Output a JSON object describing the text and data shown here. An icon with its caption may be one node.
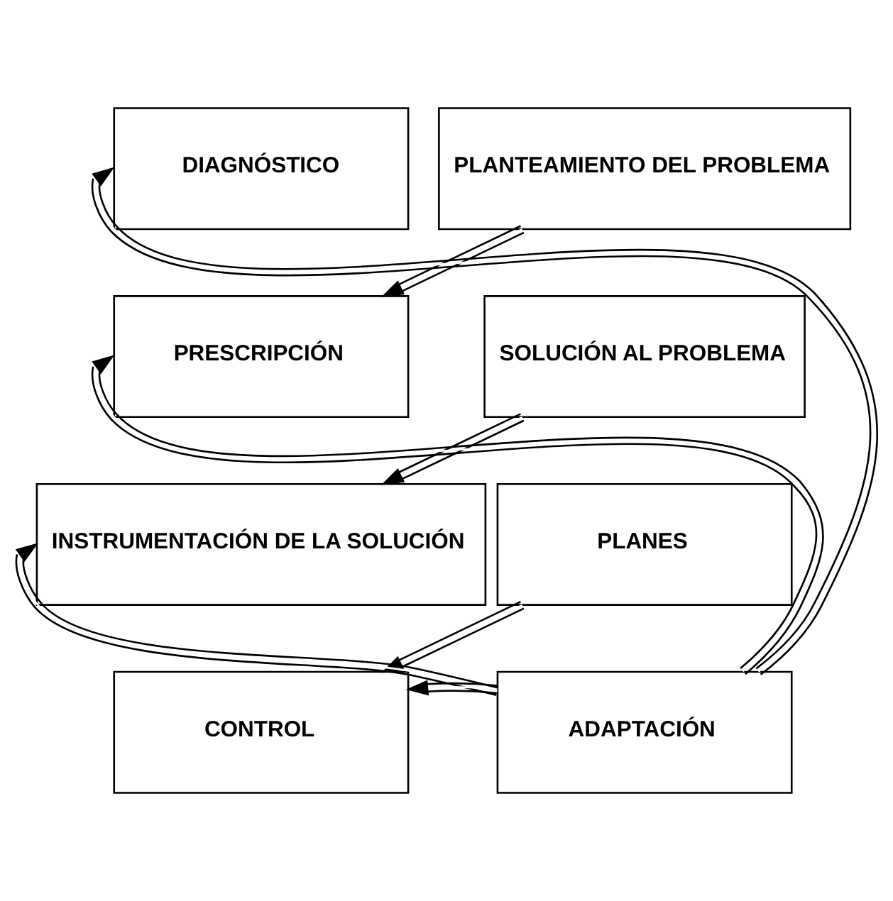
{
  "diagram": {
    "nodes": [
      {
        "text": [
          "DIAGNÓSTICO"
        ]
      },
      {
        "text": [
          "PLANTEAMIENTO DEL PROBLEMA"
        ]
      },
      {
        "text": [
          "PRESCRIPCIÓN"
        ]
      },
      {
        "text": [
          "SOLUCIÓN AL PROBLEMA"
        ]
      },
      {
        "text": [
          "INSTRUMENTACIÓN DE LA SOLUCIÓN"
        ]
      },
      {
        "text": [
          "PLANES"
        ]
      },
      {
        "text": [
          "CONTROL"
        ]
      },
      {
        "text": [
          "ADAPTACIÓN"
        ]
      }
    ],
    "edges": [
      {
        "from": 1,
        "to": 2,
        "arrow": "to"
      },
      {
        "from": 3,
        "to": 4,
        "arrow": "to"
      },
      {
        "from": 5,
        "to": 6,
        "arrow": "to"
      },
      {
        "from": 7,
        "to": 0,
        "arrow": "to"
      },
      {
        "from": 7,
        "to": 2,
        "arrow": "to"
      },
      {
        "from": 7,
        "to": 4,
        "arrow": "to"
      },
      {
        "from": 7,
        "to": 6,
        "arrow": "to"
      }
    ]
  }
}
